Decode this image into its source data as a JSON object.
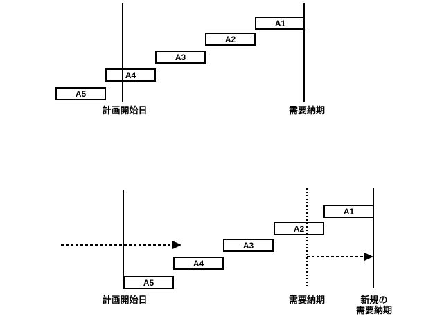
{
  "colors": {
    "ink": "#000000",
    "background": "#ffffff"
  },
  "top_chart": {
    "tasks": [
      "A1",
      "A2",
      "A3",
      "A4",
      "A5"
    ],
    "plan_start_label": "計画開始日",
    "due_label": "需要納期"
  },
  "bottom_chart": {
    "tasks": [
      "A1",
      "A2",
      "A3",
      "A4",
      "A5"
    ],
    "plan_start_label": "計画開始日",
    "due_label": "需要納期",
    "new_due_label_line1": "新規の",
    "new_due_label_line2": "需要納期"
  }
}
